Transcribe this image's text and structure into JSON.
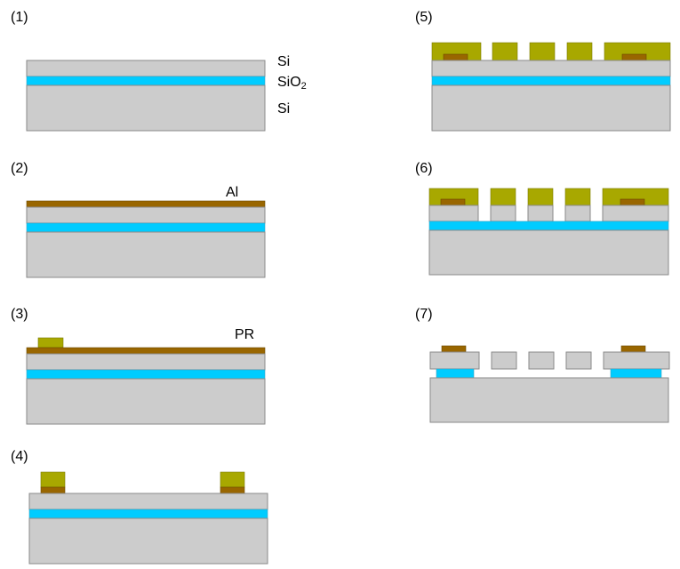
{
  "colors": {
    "si": "#cccccc",
    "sio2": "#00ccff",
    "al": "#996600",
    "pr": "#a8a800"
  },
  "steps": [
    {
      "label": "(1)"
    },
    {
      "label": "(2)"
    },
    {
      "label": "(3)"
    },
    {
      "label": "(4)"
    },
    {
      "label": "(5)"
    },
    {
      "label": "(6)"
    },
    {
      "label": "(7)"
    }
  ],
  "layer_labels": {
    "si_top": "Si",
    "sio2_prefix": "SiO",
    "sio2_subscript": "2",
    "si_bottom": "Si",
    "al": "Al",
    "pr": "PR"
  }
}
